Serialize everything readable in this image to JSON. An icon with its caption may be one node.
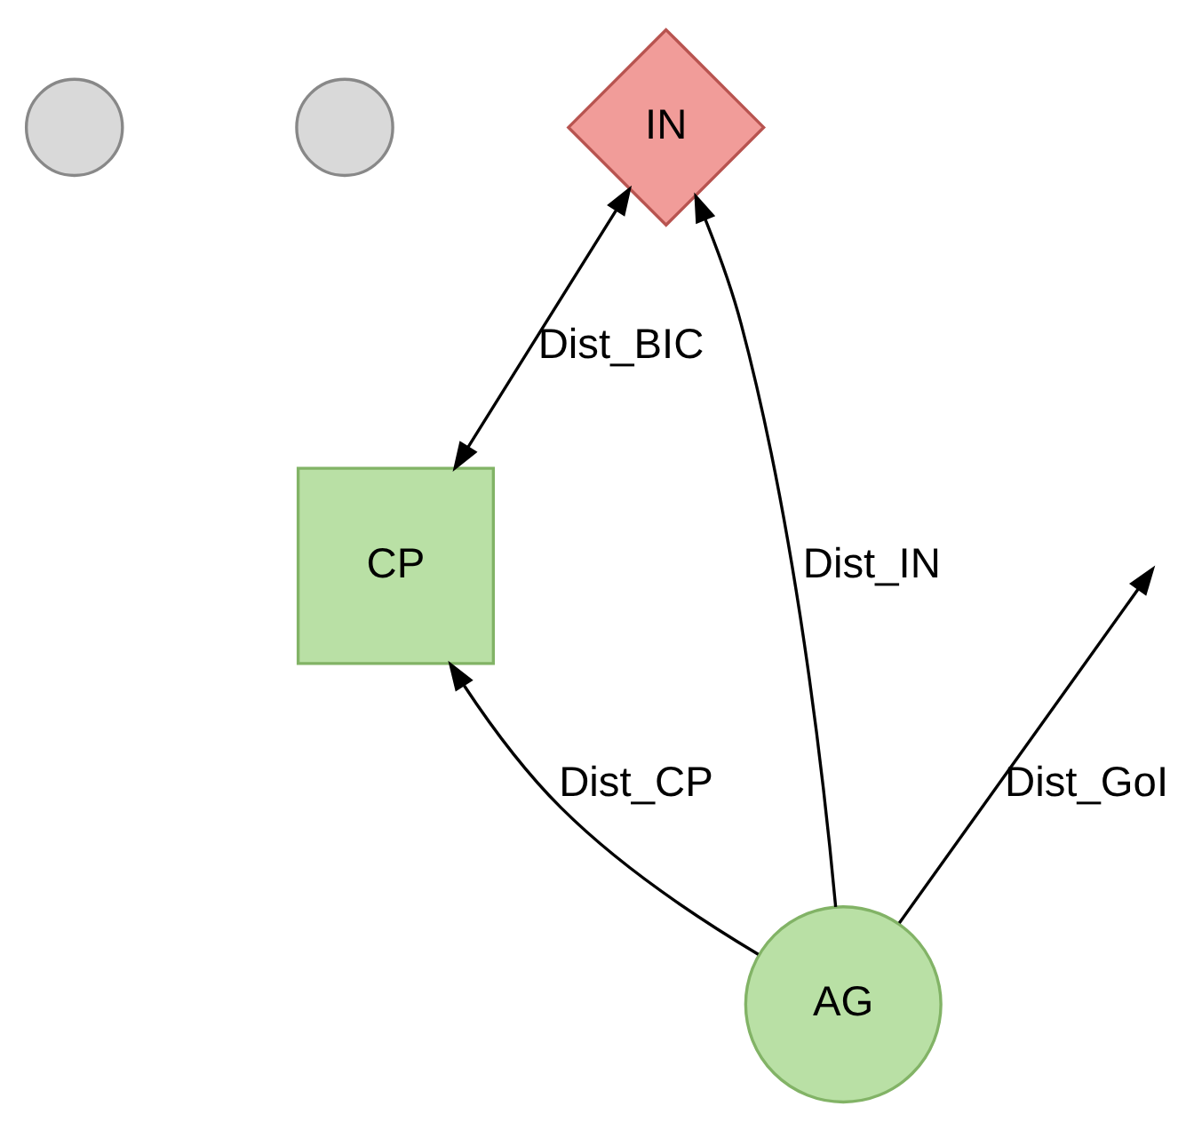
{
  "diagram": {
    "nodes": [
      {
        "text": [],
        "shape": "circle"
      },
      {
        "text": [],
        "shape": "circle"
      },
      {
        "text": [
          "CP"
        ]
      },
      {
        "text": [
          "IN"
        ]
      },
      {
        "text": [
          "AG"
        ]
      }
    ],
    "edges": [
      {
        "from": 4,
        "to": null,
        "arrow": "to",
        "label": "Dist_GoI"
      },
      {
        "from": 2,
        "to": 3,
        "arrow": "both",
        "label": "Dist_BIC"
      },
      {
        "from": 4,
        "to": 3,
        "arrow": "to",
        "label": "Dist_IN"
      },
      {
        "from": 4,
        "to": 2,
        "arrow": "to",
        "label": "Dist_CP"
      }
    ]
  }
}
